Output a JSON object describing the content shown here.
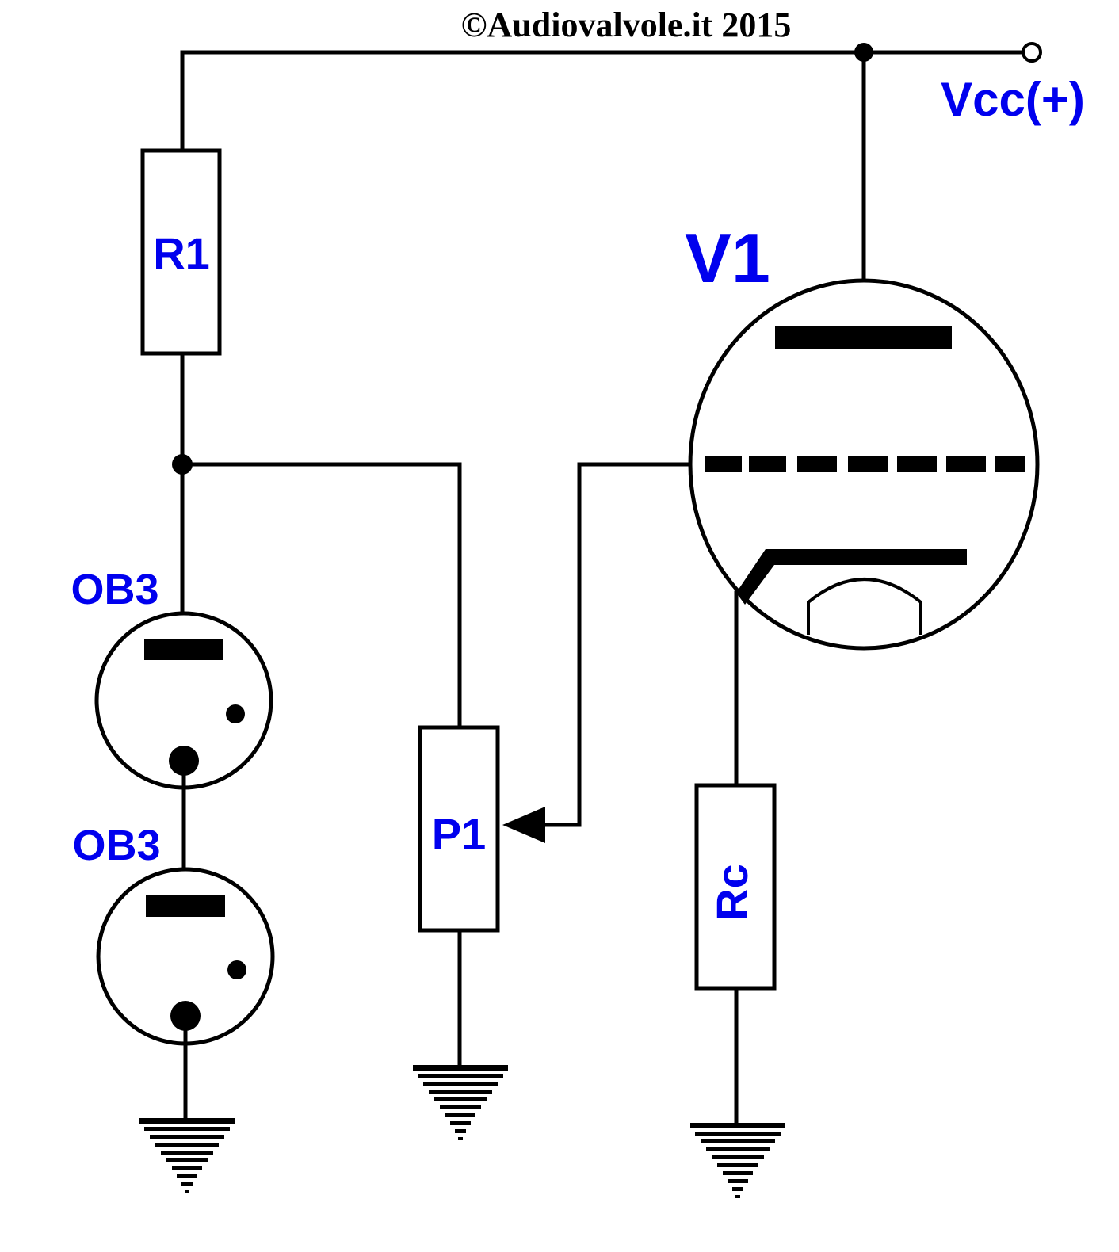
{
  "copyright": "©Audiovalvole.it 2015",
  "labels": {
    "vcc": "Vcc(+)",
    "r1": "R1",
    "v1": "V1",
    "ob3_upper": "OB3",
    "ob3_lower": "OB3",
    "p1": "P1",
    "rc": "Rc"
  },
  "colors": {
    "label": "#0000ee",
    "line": "#000000",
    "background": "#ffffff"
  }
}
